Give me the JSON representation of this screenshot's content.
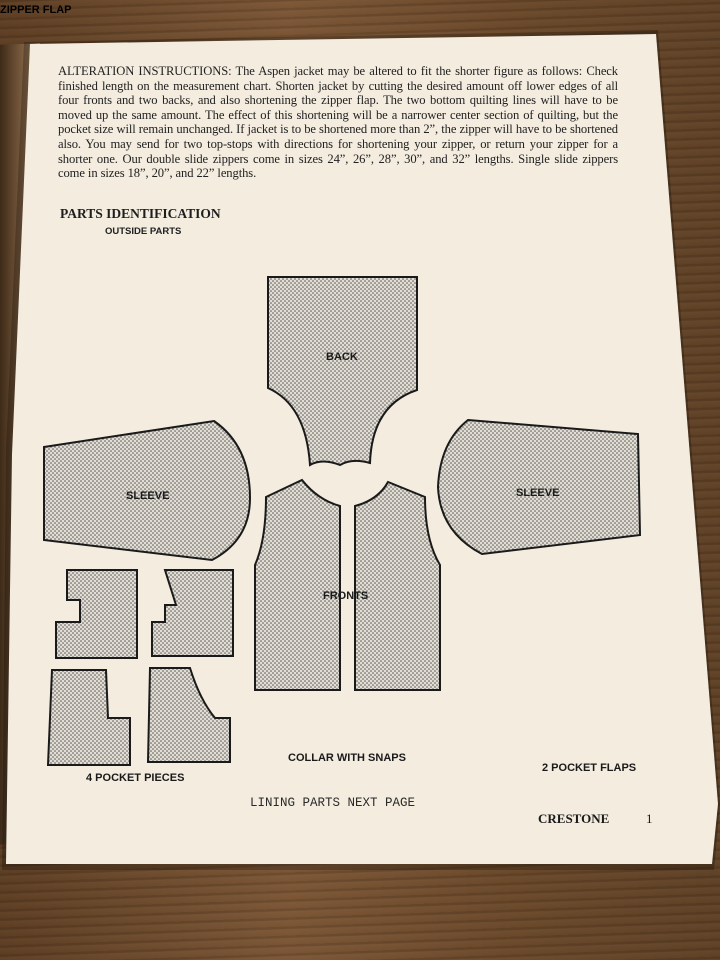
{
  "instructions": {
    "text": "ALTERATION INSTRUCTIONS: The Aspen jacket may be altered to fit the shorter figure as follows: Check finished length on the measurement chart. Shorten jacket by cutting the desired amount off lower edges of all four fronts and two backs, and also shortening the zipper flap. The two bottom quilting lines will have to be moved up the same amount. The effect of this shortening will be a narrower center section of quilting, but the pocket size will remain unchanged. If jacket is to be shortened more than 2”, the zipper will have to be shortened also. You may send for two top-stops with directions for shortening your zipper, or return your zipper for a shorter one. Our double slide zippers come in sizes 24”, 26”, 28”, 30”, and 32” lengths. Single slide zippers come in sizes 18”, 20”, and 22” lengths."
  },
  "parts": {
    "title": "PARTS IDENTIFICATION",
    "subtitle": "OUTSIDE PARTS",
    "labels": {
      "back": "BACK",
      "sleeve_left": "SLEEVE",
      "sleeve_right": "SLEEVE",
      "fronts": "FRONTS",
      "zipper_flap": "ZIPPER FLAP"
    },
    "captions": {
      "pockets": "4 POCKET PIECES",
      "collar": "COLLAR WITH SNAPS",
      "flaps": "2 POCKET FLAPS"
    }
  },
  "footer": {
    "note": "LINING PARTS NEXT PAGE",
    "brand": "CRESTONE",
    "page_number": "1"
  },
  "colors": {
    "paper": "#f3ecdf",
    "ink": "#1a1a1a",
    "table": "#6b4a2c"
  }
}
